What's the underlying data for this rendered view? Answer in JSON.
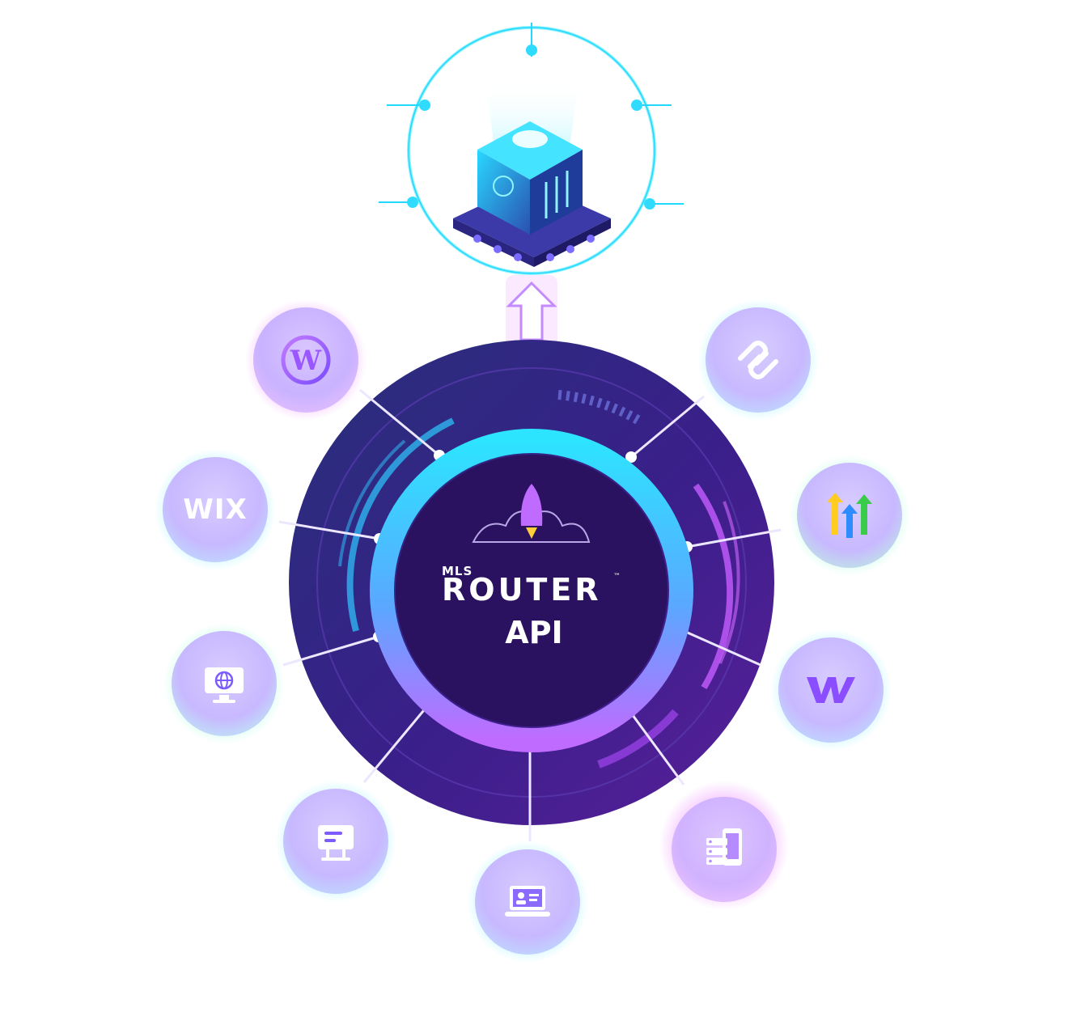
{
  "hub": {
    "brand_prefix": "MLS",
    "brand_name": "ROUTER",
    "brand_mark": "™",
    "label": "API"
  },
  "platforms": {
    "wordpress": {
      "icon": "wordpress-icon"
    },
    "wix": {
      "label": "WIX",
      "icon": "wix-logo"
    },
    "website": {
      "icon": "monitor-globe-icon"
    },
    "billboard": {
      "icon": "billboard-icon"
    },
    "laptop": {
      "icon": "laptop-profile-icon"
    },
    "server_mobile": {
      "icon": "server-mobile-icon"
    },
    "webflow": {
      "icon": "webflow-icon"
    },
    "highlevel": {
      "icon": "highlevel-arrows-icon"
    },
    "squarespace": {
      "icon": "squarespace-icon"
    }
  },
  "server": {
    "icon": "server-tower-icon"
  },
  "connector": {
    "icon": "double-arrow-icon"
  },
  "colors": {
    "hub_dark": "#2a1260",
    "ring_cyan": "#22e3ff",
    "ring_purple": "#b05cff",
    "spoke": "#e9e4ff"
  }
}
